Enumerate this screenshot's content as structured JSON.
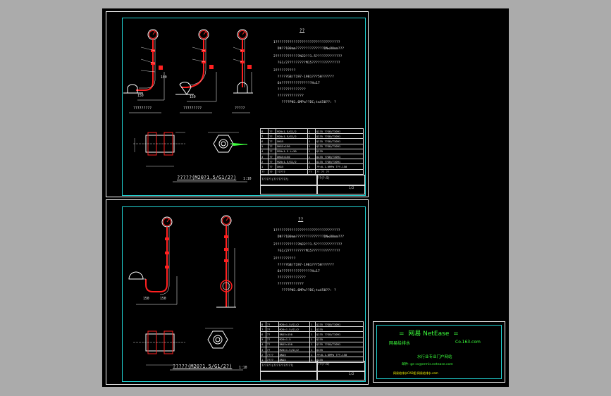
{
  "colors": {
    "background": "#ababab",
    "canvas": "#000000",
    "frame": "#21d5d5",
    "pipe": "#ff2020",
    "lines": "#ffffff",
    "logo_text": "#3cff3c",
    "logo_sub": "#ffff00"
  },
  "sheet1": {
    "labels": [
      "?????????",
      "?????????",
      "?????"
    ],
    "notes_title": "??",
    "notes": [
      "1????????????????????????????????",
      "  DN??100mm??????????????DN≤80mm???",
      "2????????????NJ2??1.5?????????????",
      "  ?G1/2?????????M15??????????????",
      "3??????????",
      "  ?????GB/T197-1981???5H??????",
      "  6h???????????????H=17",
      "  ??????????????",
      "  ?????????????",
      "    ????PN1.6MPa??DC;t≤450??: ?"
    ],
    "bom_rows": [
      [
        "8",
        "??",
        "M20×1.5/G1/2",
        "1",
        "Q235 ??GB/T3091"
      ],
      [
        "7",
        "??",
        "M20×1.5/G1/2",
        "1",
        "Q235 ??GB/T3091"
      ],
      [
        "6",
        "??",
        "DN15",
        "1",
        "Q235 ??GB/T3091"
      ],
      [
        "5",
        "??",
        "DN15×150",
        "1",
        "Q235 ??GB/T3091"
      ],
      [
        "4",
        "??",
        "M20×1.5 L=30",
        "1",
        "Q235"
      ],
      [
        "3",
        "??",
        "DN15×150",
        "1",
        "Q235 ??GB/T3091"
      ],
      [
        "2",
        "??",
        "M20×1.5/G1/2",
        "1",
        "Q235 ??GB/T3091"
      ],
      [
        "1",
        "??",
        "DN15",
        "1",
        "?P=0-1.6MPa ??Y-150"
      ]
    ],
    "bom_header": [
      "??",
      "??",
      "?????",
      "??",
      "?? ?? ??"
    ],
    "block_title": "??????(????????)",
    "block_scale": "??(?:5)",
    "block_sheet": "1/2",
    "fitting_title": "?????(M20?1.5/G1/2?)",
    "fitting_scale": "1:10",
    "dim_labels": [
      "150",
      "150",
      "100"
    ]
  },
  "sheet2": {
    "notes_title": "??",
    "notes": [
      "1????????????????????????????????",
      "  DN??100mm??????????????DN≤80mm???",
      "2????????????NJ2??1.5?????????????",
      "  ?G1/2?????????M15??????????????",
      "3??????????",
      "  ?????GB/T197-1981???5H??????",
      "  6h???????????????H=17",
      "  ??????????????",
      "  ?????????????",
      "    ????PN1.6MPa??DC;t≤450??: ?"
    ],
    "bom_rows": [
      [
        "8",
        "??",
        "M20×1.5/G1/2",
        "1",
        "Q235 ??GB/T3091"
      ],
      [
        "7",
        "??",
        "M20×1.5/G1/2",
        "1",
        "Q235"
      ],
      [
        "6",
        "??",
        "DN15×150",
        "1",
        "Q235 ??GB/T3091"
      ],
      [
        "5",
        "??",
        "M20×1.5",
        "1",
        "Q235"
      ],
      [
        "4",
        "??",
        "DN15×150",
        "1",
        "Q235 ??GB/T3091"
      ],
      [
        "3",
        "??",
        "M20×1.5/G1/2",
        "1",
        "Q235"
      ],
      [
        "2",
        "????",
        "DN15",
        "1",
        "?P=0-1.6MPa ??Y-150"
      ],
      [
        "1",
        "????",
        "DN15",
        "1",
        "Q235"
      ]
    ],
    "block_title": "??????(???????????)",
    "block_scale": "??(?:5)",
    "block_sheet": "1/2",
    "fitting_title": "?????(M20?1.5/G1/2?)",
    "fitting_scale": "1:10",
    "dim_labels": [
      "150",
      "150"
    ]
  },
  "logo": {
    "title": "=  网易 NetEase  =",
    "left": "网易给排水",
    "right": "Co.163.com",
    "line1": "水行业专业门户网站",
    "line2": "邮件: ge cs@ermis.netease.com",
    "line3": "网易给排水CAD图 网易给排水.com"
  }
}
